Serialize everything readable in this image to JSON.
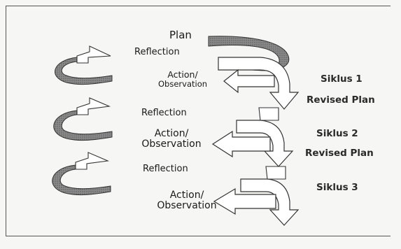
{
  "diagram": {
    "plan_label": "Plan",
    "cycles": [
      {
        "reflection": "Reflection",
        "action_line1": "Action/",
        "action_line2": "Observation",
        "siklus": "Siklus 1",
        "revised": "Revised Plan"
      },
      {
        "reflection": "Reflection",
        "action_line1": "Action/",
        "action_line2": "Observation",
        "siklus": "Siklus 2",
        "revised": "Revised Plan"
      },
      {
        "reflection": "Reflection",
        "action_line1": "Action/",
        "action_line2": "Observation",
        "siklus": "Siklus 3"
      }
    ]
  }
}
